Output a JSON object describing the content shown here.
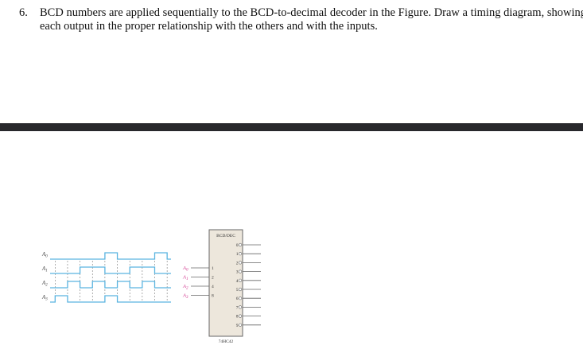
{
  "question": {
    "number": "6.",
    "text": "BCD numbers are applied sequentially to the BCD-to-decimal decoder in the Figure. Draw a timing diagram, showing each output in the proper relationship with the others and with the inputs."
  },
  "figure": {
    "waveform_color": "#5ab4e0",
    "input_label_color": "#d0308a",
    "block_fill": "#ede7dc",
    "waveforms": [
      {
        "label": "A0",
        "levels": [
          0,
          0,
          0,
          0,
          1,
          0,
          0,
          0,
          1,
          0
        ]
      },
      {
        "label": "A1",
        "levels": [
          0,
          0,
          1,
          1,
          0,
          0,
          1,
          1,
          0,
          0
        ]
      },
      {
        "label": "A2",
        "levels": [
          0,
          1,
          0,
          1,
          0,
          1,
          0,
          1,
          0,
          0
        ]
      },
      {
        "label": "A3",
        "levels": [
          1,
          0,
          0,
          0,
          1,
          0,
          0,
          0,
          0,
          0
        ]
      }
    ],
    "decoder": {
      "title": "BCD/DEC",
      "part": "74HC42",
      "inputs": [
        {
          "label": "A0",
          "weight": "1"
        },
        {
          "label": "A1",
          "weight": "2"
        },
        {
          "label": "A2",
          "weight": "4"
        },
        {
          "label": "A3",
          "weight": "8"
        }
      ],
      "outputs": [
        "0",
        "1",
        "2",
        "3",
        "4",
        "5",
        "6",
        "7",
        "8",
        "9"
      ]
    }
  }
}
